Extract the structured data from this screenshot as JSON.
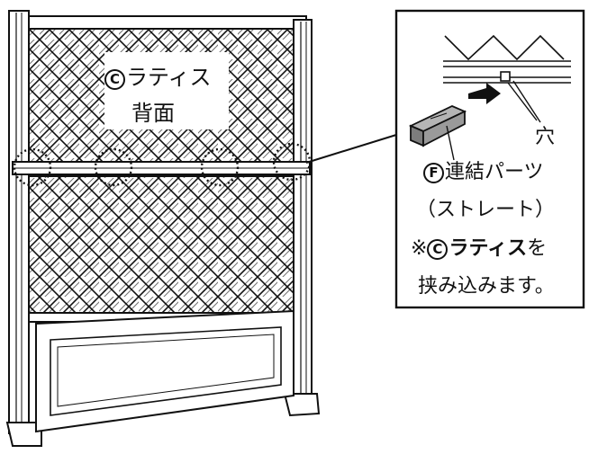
{
  "panel_label": {
    "badge": "C",
    "line1": "ラティス",
    "line2": "背面"
  },
  "detail_callout": {
    "hole_label": "穴",
    "part_badge": "F",
    "part_name": "連結パーツ",
    "part_type": "（ストレート）",
    "note_prefix": "※",
    "note_badge": "C",
    "note_bold": "ラティス",
    "note_suffix": "を",
    "note_line2": "挟み込みます。"
  },
  "colors": {
    "line": "#111111",
    "part_fill": "#9a9a9a",
    "background": "#ffffff"
  }
}
